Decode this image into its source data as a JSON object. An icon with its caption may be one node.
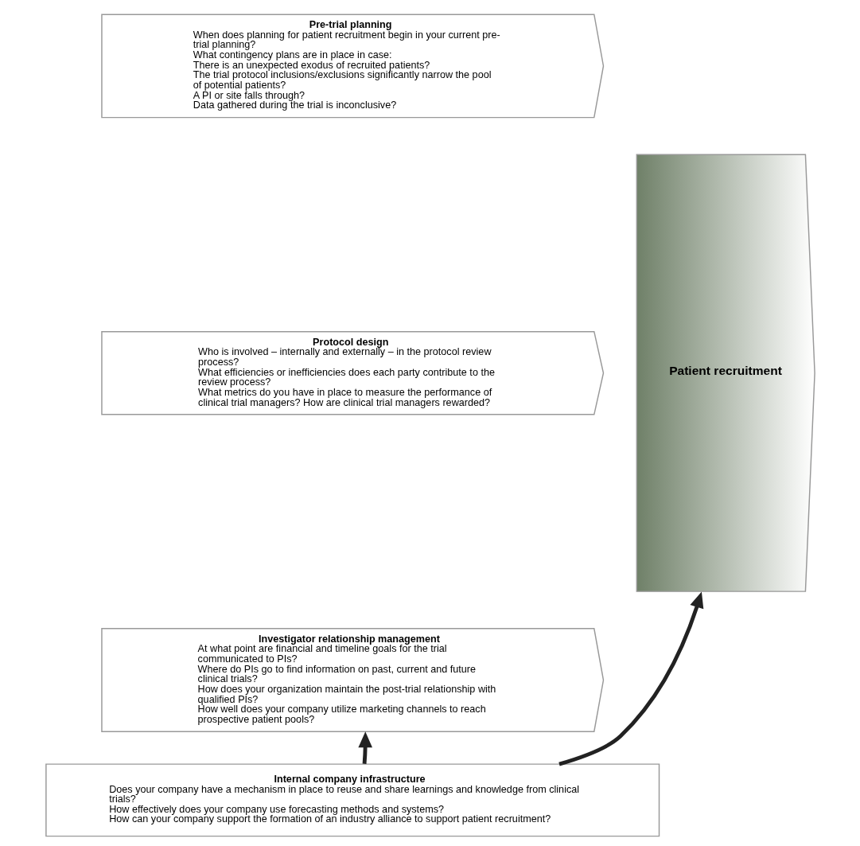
{
  "diagram": {
    "nodes": [
      {
        "text": [
          "Pre-trial planning",
          "When does planning for patient recruitment begin in your current pre-trial planning?",
          "What contingency plans are in place in case:",
          "There is an unexpected exodus of recruited patients?",
          "The trial protocol inclusions/exclusions significantly narrow the pool of potential patients?",
          "A PI or site falls through?",
          "Data gathered during the trial is inconclusive?"
        ]
      },
      {
        "text": [
          "Protocol design",
          "Who is involved – internally and externally – in the protocol review process?",
          "What efficiencies or inefficiencies does each party contribute to the review process?",
          "What metrics do you have in place to measure the performance of clinical trial managers? How are clinical trial managers rewarded?"
        ]
      },
      {
        "text": [
          "Investigator relationship management",
          "At what point are financial and timeline goals for the trial communicated to PIs?",
          "Where do PIs go to find information on past, current and future clinical trials?",
          "How does your organization maintain the post-trial relationship with qualified PIs?",
          "How well does your company utilize marketing channels to reach prospective patient pools?"
        ]
      },
      {
        "text": [
          "Patient recruitment"
        ]
      },
      {
        "text": [
          "Internal company infrastructure",
          "Does your company have a mechanism in place to reuse and share learnings and knowledge from clinical trials?",
          "How effectively does your company use forecasting methods and systems?",
          "How can your company support the formation of an industry alliance to support patient recruitment?"
        ]
      }
    ],
    "edges": [
      {
        "from": 4,
        "to": 2,
        "arrow": "to"
      },
      {
        "from": 4,
        "to": 3,
        "arrow": "to"
      }
    ]
  }
}
